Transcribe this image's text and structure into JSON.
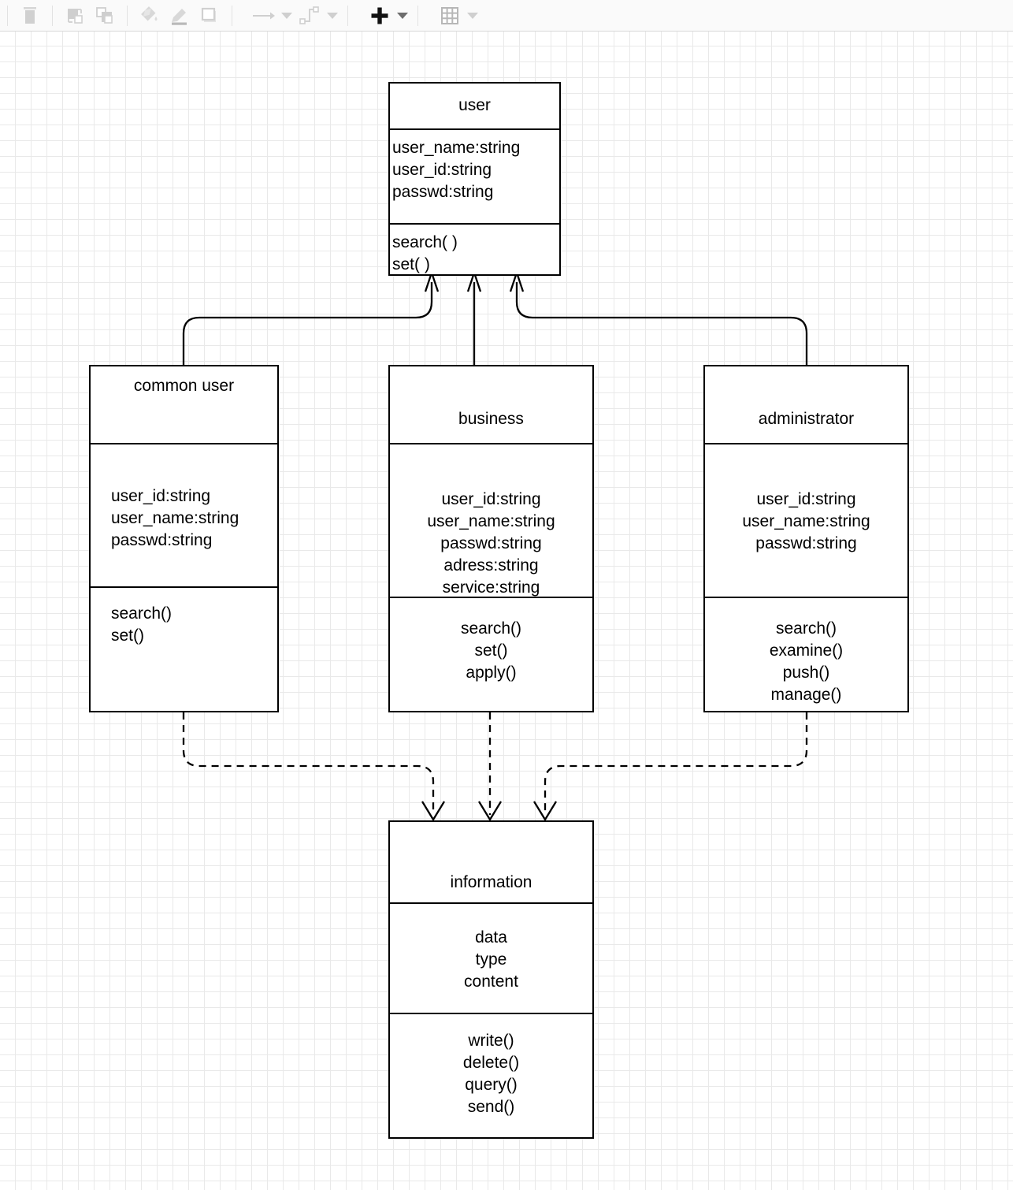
{
  "toolbar": {
    "groups": [
      {
        "items": [
          {
            "icon": "delete-icon",
            "label": "Delete"
          }
        ]
      },
      {
        "items": [
          {
            "icon": "bring-to-front-icon",
            "label": "To Front"
          },
          {
            "icon": "send-to-back-icon",
            "label": "To Back"
          }
        ]
      },
      {
        "items": [
          {
            "icon": "fill-color-icon",
            "label": "Fill Color"
          },
          {
            "icon": "line-color-icon",
            "label": "Line Color"
          },
          {
            "icon": "shadow-icon",
            "label": "Shadow"
          }
        ]
      },
      {
        "items": [
          {
            "icon": "line-style-arrow-icon",
            "label": "Line",
            "caret": true
          },
          {
            "icon": "waypoints-icon",
            "label": "Waypoints",
            "caret": true
          }
        ]
      },
      {
        "items": [
          {
            "icon": "insert-plus-icon",
            "label": "Insert",
            "caret": true,
            "active": true
          }
        ]
      },
      {
        "items": [
          {
            "icon": "table-grid-icon",
            "label": "Table",
            "caret": true
          }
        ]
      }
    ]
  },
  "diagram": {
    "type": "uml-class-diagram",
    "classes": [
      {
        "id": "user",
        "name": "user",
        "align": "left",
        "attributes": [
          "user_name:string",
          "user_id:string",
          "passwd:string"
        ],
        "methods": [
          "search( )",
          "set( )"
        ]
      },
      {
        "id": "common-user",
        "name": "common user",
        "align": "left",
        "attributes": [
          "user_id:string",
          "user_name:string",
          "passwd:string"
        ],
        "methods": [
          "search()",
          "set()"
        ]
      },
      {
        "id": "business",
        "name": "business",
        "align": "center",
        "attributes": [
          "user_id:string",
          "user_name:string",
          "passwd:string",
          "adress:string",
          "service:string"
        ],
        "methods": [
          "search()",
          "set()",
          "apply()"
        ]
      },
      {
        "id": "administrator",
        "name": "administrator",
        "align": "center",
        "attributes": [
          "user_id:string",
          "user_name:string",
          "passwd:string"
        ],
        "methods": [
          "search()",
          "examine()",
          "push()",
          "manage()"
        ]
      },
      {
        "id": "information",
        "name": "information",
        "align": "center",
        "attributes": [
          "data",
          "type",
          "content"
        ],
        "methods": [
          "write()",
          "delete()",
          "query()",
          "send()"
        ]
      }
    ],
    "relations": [
      {
        "from": "common-user",
        "to": "user",
        "kind": "generalization",
        "style": "solid",
        "arrow": "open-arrow-up"
      },
      {
        "from": "business",
        "to": "user",
        "kind": "generalization",
        "style": "solid",
        "arrow": "open-arrow-up"
      },
      {
        "from": "administrator",
        "to": "user",
        "kind": "generalization",
        "style": "solid",
        "arrow": "open-arrow-up"
      },
      {
        "from": "common-user",
        "to": "information",
        "kind": "dependency",
        "style": "dashed",
        "arrow": "open-arrow-down"
      },
      {
        "from": "business",
        "to": "information",
        "kind": "dependency",
        "style": "dashed",
        "arrow": "open-arrow-down"
      },
      {
        "from": "administrator",
        "to": "information",
        "kind": "dependency",
        "style": "dashed",
        "arrow": "open-arrow-down"
      }
    ]
  },
  "colors": {
    "stroke": "#000000",
    "box_fill": "#ffffff",
    "canvas": "#ffffff",
    "grid_minor": "#e9e9e9",
    "grid_major": "#d4d4d4",
    "toolbar_bg": "#fafafa",
    "icon_disabled": "#d0d0d0",
    "icon_active": "#111111"
  }
}
